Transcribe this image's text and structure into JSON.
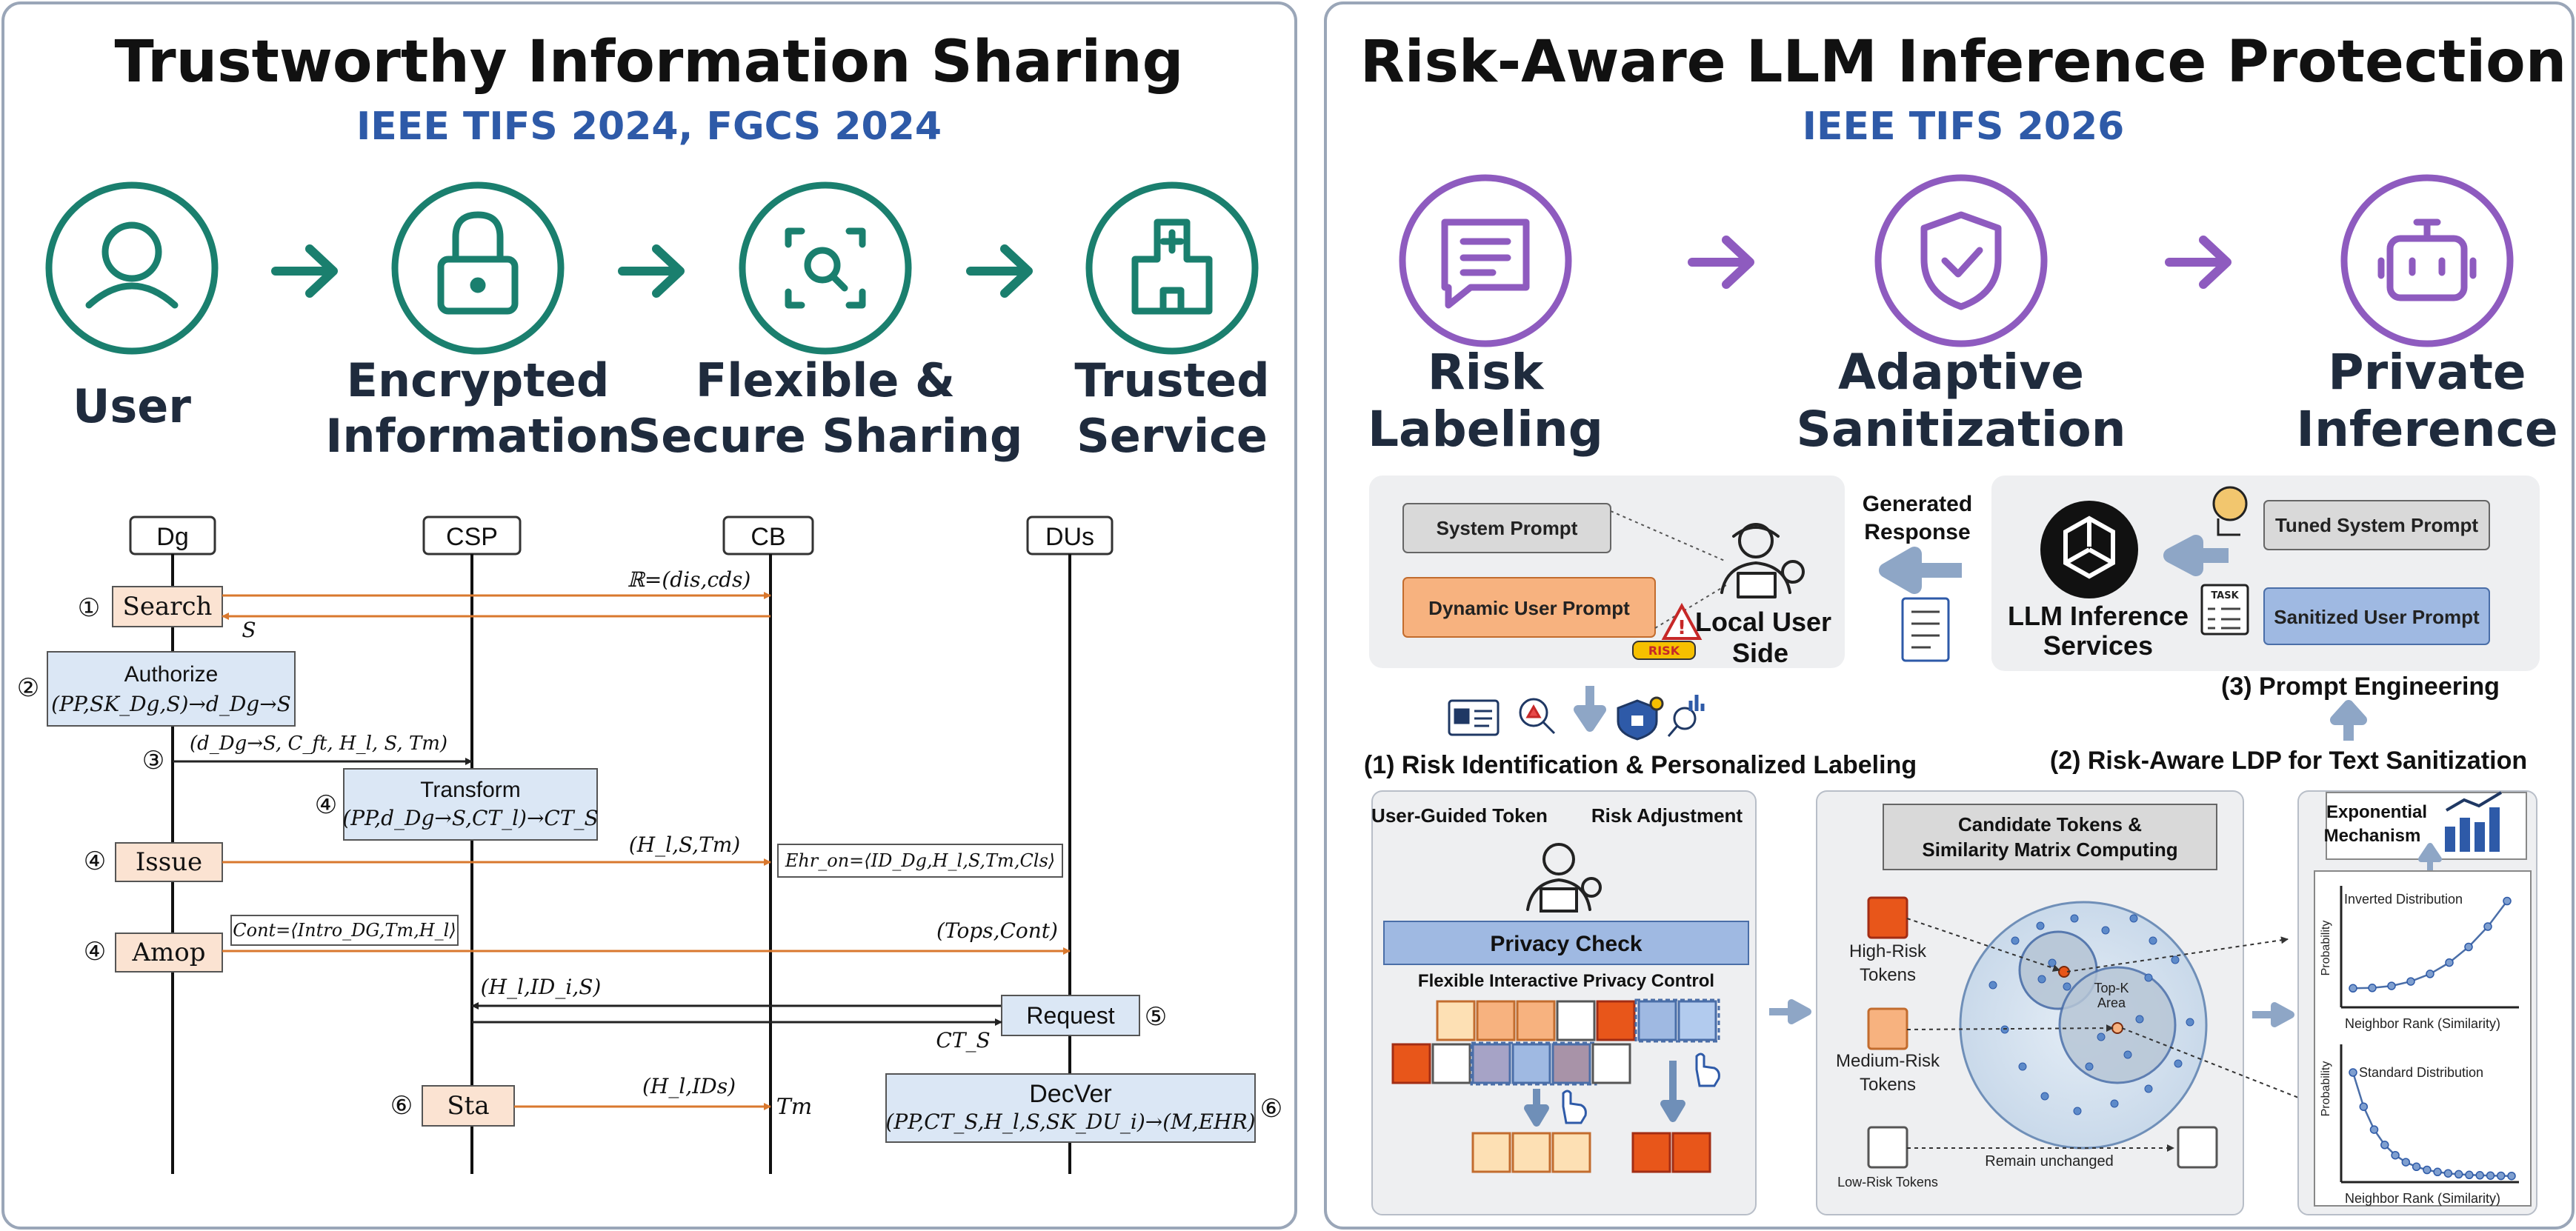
{
  "left_panel": {
    "title": "Trustworthy Information Sharing",
    "subtitle": "IEEE TIFS 2024,  FGCS 2024",
    "steps": [
      {
        "icon": "user-icon",
        "label1": "User",
        "label2": ""
      },
      {
        "icon": "lock-icon",
        "label1": "Encrypted",
        "label2": "Information"
      },
      {
        "icon": "scan-search-icon",
        "label1": "Flexible &",
        "label2": "Secure Sharing"
      },
      {
        "icon": "hospital-icon",
        "label1": "Trusted",
        "label2": "Service"
      }
    ],
    "sequence": {
      "actors": [
        "Dg",
        "CSP",
        "CB",
        "DUs"
      ],
      "markers": {
        "m1": "①",
        "m2": "②",
        "m3": "③",
        "m4a": "④",
        "m4b": "④",
        "m4c": "④",
        "m5": "⑤",
        "m6a": "⑥",
        "m6b": "⑥"
      },
      "boxes": {
        "search": "Search",
        "authorize": "Authorize",
        "authorize_formula": "(PP,SK_Dg,S)→d_Dg→S",
        "transform": "Transform",
        "transform_formula": "(PP,d_Dg→S,CT_l)→CT_S",
        "issue": "Issue",
        "amop": "Amop",
        "request": "Request",
        "sta": "Sta",
        "decver": "DecVer",
        "decver_formula": "(PP,CT_S,H_l,S,SK_DU_i)→(M,EHR)"
      },
      "messages": {
        "r_dis_cds": "ℝ=(dis,cds)",
        "s_return": "S",
        "d_tuple": "(d_Dg→S, C_ft, H_l, S, Tm)",
        "issue_msg": "(H_l,S,Tm)",
        "ehr_on": "Ehr_on=⟨ID_Dg,H_l,S,Tm,Cls⟩",
        "cont_def": "Cont=⟨Intro_DG,Tm,H_l⟩",
        "tops_cont": "(Tops,Cont)",
        "h_id_s": "(H_l,ID_i,S)",
        "ct_s": "CT_S",
        "h_ids": "(H_l,IDs)",
        "tm": "Tm"
      }
    }
  },
  "right_panel": {
    "title": "Risk-Aware LLM Inference Protection",
    "subtitle": "IEEE TIFS 2026",
    "steps": [
      {
        "icon": "message-icon",
        "label1": "Risk",
        "label2": "Labeling"
      },
      {
        "icon": "shield-check-icon",
        "label1": "Adaptive",
        "label2": "Sanitization"
      },
      {
        "icon": "bot-icon",
        "label1": "Private",
        "label2": "Inference"
      }
    ],
    "local_side": {
      "system_prompt": "System Prompt",
      "dynamic_prompt": "Dynamic User Prompt",
      "risk_badge": "RISK",
      "label1": "Local User",
      "label2": "Side"
    },
    "generated_response1": "Generated",
    "generated_response2": "Response",
    "llm_side": {
      "tuned_prompt": "Tuned System Prompt",
      "sanitized_prompt": "Sanitized User Prompt",
      "task_label": "TASK",
      "label1": "LLM Inference",
      "label2": "Services"
    },
    "section_labels": {
      "risk_identification": "(1) Risk Identification & Personalized Labeling",
      "ldp": "(2) Risk-Aware LDP for Text Sanitization",
      "prompt_engineering": "(3) Prompt Engineering"
    },
    "user_guided": {
      "header1": "User-Guided Token",
      "header2": "Risk Adjustment",
      "privacy_check": "Privacy Check",
      "flexible_control": "Flexible Interactive Privacy Control"
    },
    "candidate": {
      "header1": "Candidate Tokens &",
      "header2": "Similarity Matrix Computing",
      "high1": "High-Risk",
      "high2": "Tokens",
      "medium1": "Medium-Risk",
      "medium2": "Tokens",
      "low": "Low-Risk Tokens",
      "remain": "Remain unchanged",
      "topk1": "Top-K",
      "topk2": "Area"
    },
    "exponential": {
      "header1": "Exponential",
      "header2": "Mechanism",
      "inverted": "Inverted Distribution",
      "standard": "Standard Distribution",
      "xlabel": "Neighbor Rank (Similarity)",
      "ylabel": "Probability"
    }
  },
  "colors": {
    "teal": "#1a7f6e",
    "purple": "#8e5bbf",
    "blue_title": "#2e5aa8",
    "orange_arrow": "#d9782e",
    "box_peach": "#fbe3d2",
    "box_blue": "#dbe7f5",
    "panel_border": "#9aa6b8"
  }
}
